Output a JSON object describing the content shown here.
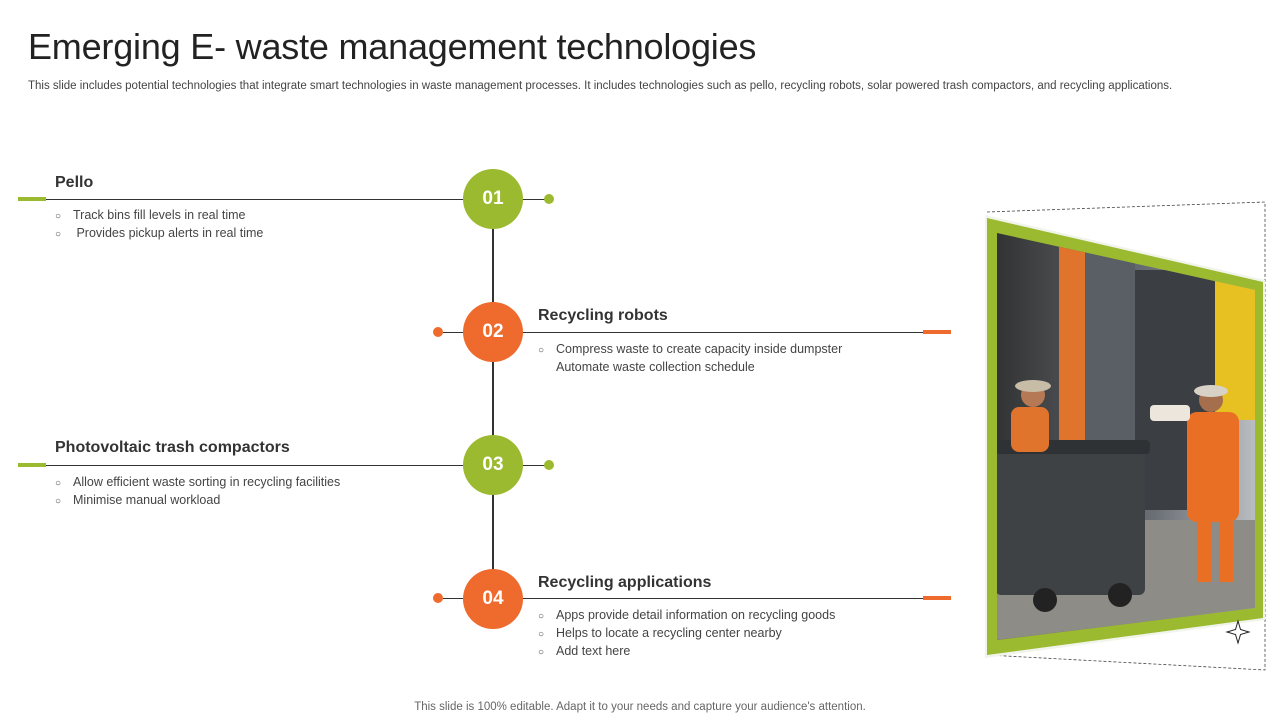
{
  "header": {
    "title": "Emerging E- waste management technologies",
    "subtitle": "This slide includes potential technologies that integrate smart technologies in waste management processes. It includes technologies such as pello, recycling robots, solar powered trash compactors, and recycling applications."
  },
  "items": [
    {
      "number": "01",
      "title": "Pello",
      "bullets": [
        "Track bins fill levels in real time",
        " Provides pickup alerts in real time"
      ]
    },
    {
      "number": "02",
      "title": "Recycling robots",
      "bullets": [
        "Compress waste to create capacity inside dumpster",
        "Automate waste collection schedule"
      ]
    },
    {
      "number": "03",
      "title": "Photovoltaic trash compactors",
      "bullets": [
        "Allow efficient waste sorting in recycling facilities",
        "Minimise manual workload"
      ]
    },
    {
      "number": "04",
      "title": "Recycling applications",
      "bullets": [
        "Apps provide detail information on recycling goods",
        "Helps to locate a recycling center nearby",
        "Add text here"
      ]
    }
  ],
  "bullet_glyph": "○",
  "colors": {
    "green": "#9bba2f",
    "orange": "#ee6a2d",
    "line": "#333333"
  },
  "footer": "This slide is 100% editable. Adapt it to your needs and capture your audience's attention.",
  "photo": {
    "icon": "sparkle-icon"
  }
}
